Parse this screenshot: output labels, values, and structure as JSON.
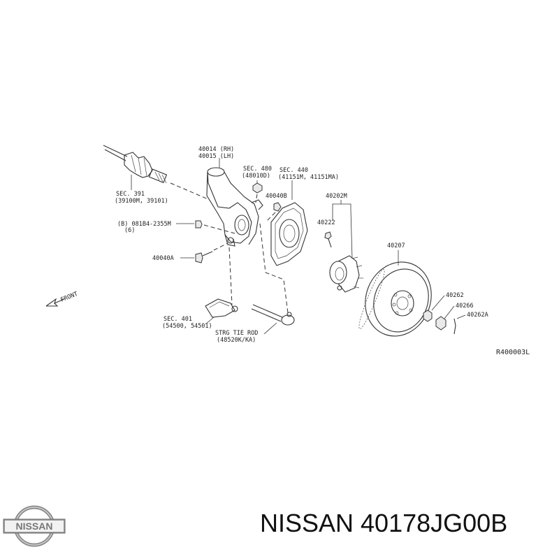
{
  "diagram": {
    "labels": {
      "knuckle_rh": "40014 (RH)",
      "knuckle_lh": "40015 (LH)",
      "sec480": "SEC. 480",
      "sec480_part": "(48010D)",
      "sec440": "SEC. 440",
      "sec440_part": "(41151M, 41151MA)",
      "sec391": "SEC. 391",
      "sec391_part": "(39100M, 39101)",
      "p40040b": "40040B",
      "p40202m": "40202M",
      "p40222": "40222",
      "p40207": "40207",
      "bolt_code": "(B) 081B4-2355M",
      "bolt_qty": "(6)",
      "p40040a": "40040A",
      "front": "FRONT",
      "sec401": "SEC. 401",
      "sec401_part": "(54500, 54501)",
      "strg_tie_rod": "STRG TIE ROD",
      "tie_rod_part": "(48520K/KA)",
      "p40262": "40262",
      "p40266": "40266",
      "p40262a": "40262A",
      "diagram_ref": "R400003L"
    }
  },
  "footer": {
    "brand": "NISSAN",
    "title": "NISSAN 40178JG00B"
  }
}
